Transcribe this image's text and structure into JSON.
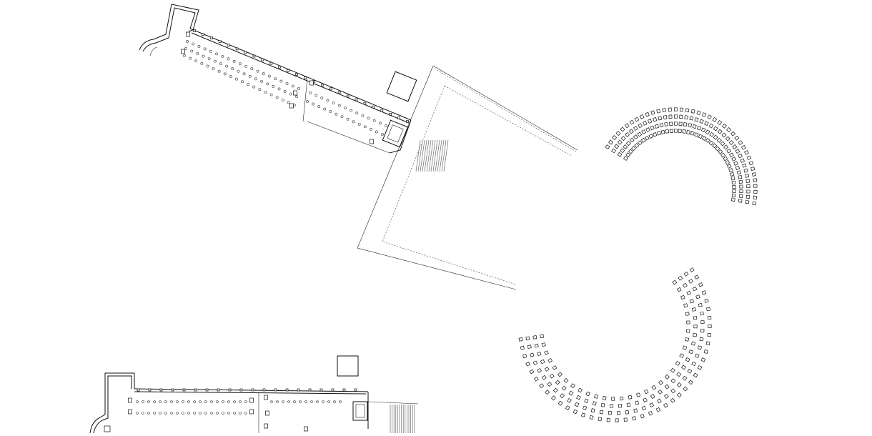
{
  "drawing": {
    "background": "#ffffff",
    "ink": "#111111",
    "elements": [
      "basilica-plan-rotated",
      "shrine-square-marker",
      "bracket-connector-outline",
      "colonnade-arcs",
      "basilica-plan-lower"
    ]
  }
}
